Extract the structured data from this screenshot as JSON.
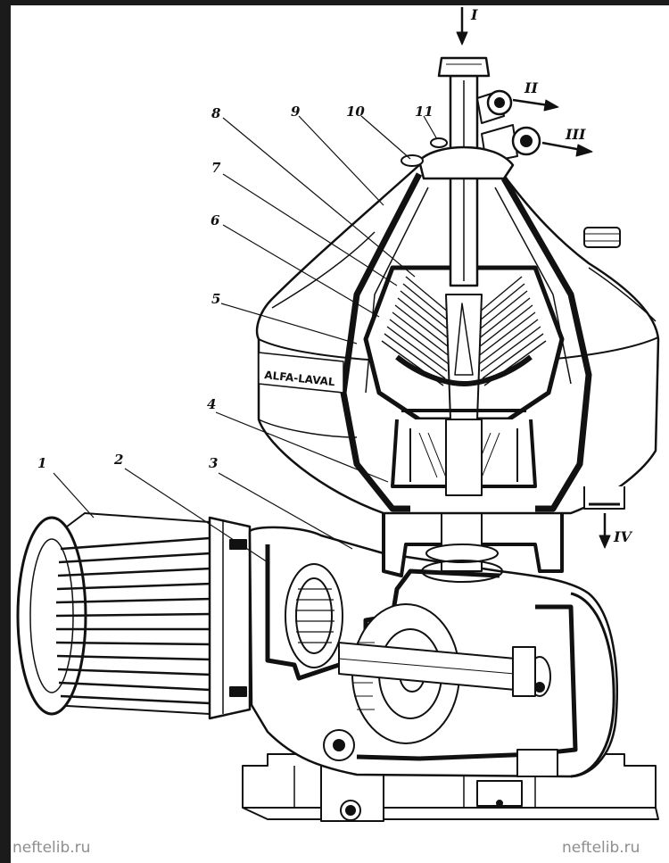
{
  "colors": {
    "ink": "#111111",
    "paper": "#ffffff",
    "border": "#1b1b1b",
    "watermark": "#8e8e8e"
  },
  "labels": {
    "l1": "1",
    "l2": "2",
    "l3": "3",
    "l4": "4",
    "l5": "5",
    "l6": "6",
    "l7": "7",
    "l8": "8",
    "l9": "9",
    "l10": "10",
    "l11": "11"
  },
  "flows": {
    "f1": "I",
    "f2": "II",
    "f3": "III",
    "f4": "IV"
  },
  "brand_plate": "ALFA-LAVAL",
  "watermarks": {
    "left": "neftelib.ru",
    "right": "neftelib.ru"
  }
}
